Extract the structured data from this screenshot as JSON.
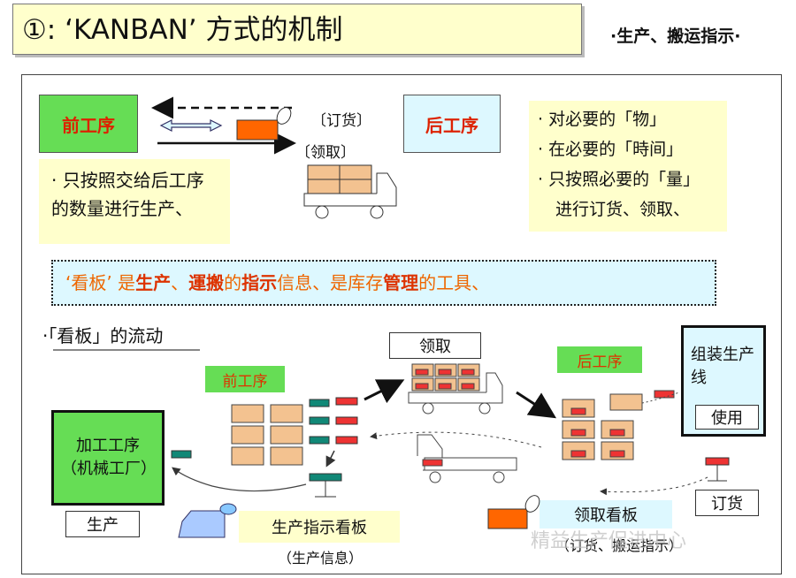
{
  "header": {
    "title": "①: ‘KANBAN’ 方式的机制",
    "subtitle": "·生产、搬运指示·"
  },
  "top": {
    "upstream": "前工序",
    "downstream": "后工序",
    "order_label": "〔订货〕",
    "withdraw_label": "〔领取〕",
    "upstream_note": "· 只按照交给后工序的数量进行生产、",
    "bullets": [
      "· 对必要的「物」",
      "· 在必要的「時间」",
      "· 只按照必要的「量」",
      "进行订货、领取、"
    ]
  },
  "definition": {
    "p1": "‘看板’ 是",
    "p2": "生产",
    "p3": "、",
    "p4": "運搬",
    "p5": "的",
    "p6": "指示",
    "p7": "信息、是库存",
    "p8": "管理",
    "p9": "的工具、"
  },
  "flow": {
    "heading": "·「看板」的流动",
    "upstream": "前工序",
    "downstream": "后工序",
    "withdraw": "领取",
    "processing": "加工工序（机械工厂）",
    "production": "生产",
    "assembly": "组装生产线",
    "use": "使用",
    "order": "订货",
    "production_kanban": "生产指示看板",
    "production_info": "（生产信息）",
    "withdraw_kanban": "领取看板",
    "withdraw_info": "（订货、搬运指示）"
  },
  "watermark": "精益生产促进中心",
  "colors": {
    "green": "#66dd55",
    "cyan": "#ddf8ff",
    "yellow": "#ffffcc",
    "orange": "#ff6600",
    "red": "#ee3333",
    "teal": "#118877",
    "box": "#f3c290"
  }
}
